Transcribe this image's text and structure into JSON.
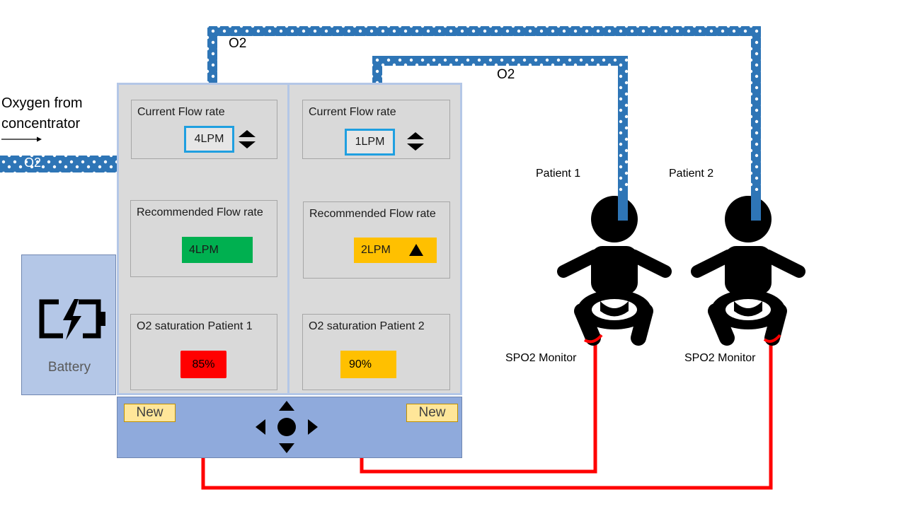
{
  "inlet": {
    "title_line1": "Oxygen from",
    "title_line2": "concentrator",
    "gas_label": "O2"
  },
  "tubes": {
    "gas_label_1": "O2",
    "gas_label_2": "O2"
  },
  "battery": {
    "label": "Battery",
    "icon": "battery-charging-icon"
  },
  "panel_left": {
    "current_title": "Current Flow rate",
    "current_value": "4LPM",
    "recommended_title": "Recommended Flow rate",
    "recommended_value": "4LPM",
    "recommended_color": "#00b050",
    "sat_title": "O2 saturation Patient 1",
    "sat_value": "85%",
    "sat_color": "#ff0000"
  },
  "panel_right": {
    "current_title": "Current Flow rate",
    "current_value": "1LPM",
    "recommended_title": "Recommended Flow rate",
    "recommended_value": "2LPM",
    "recommended_color": "#ffc000",
    "recommended_trend_icon": "triangle-up-icon",
    "sat_title": "O2 saturation Patient 2",
    "sat_value": "90%",
    "sat_color": "#ffc000"
  },
  "controls": {
    "new_left": "New",
    "new_right": "New",
    "dpad_icon": "dpad-icon"
  },
  "patients": [
    {
      "label": "Patient 1",
      "monitor": "SPO2 Monitor"
    },
    {
      "label": "Patient 2",
      "monitor": "SPO2 Monitor"
    }
  ],
  "colors": {
    "tube": "#2e75b6",
    "sensor_wire": "#ff0000",
    "device_border": "#b4c7e7",
    "control_panel": "#8faadc"
  }
}
